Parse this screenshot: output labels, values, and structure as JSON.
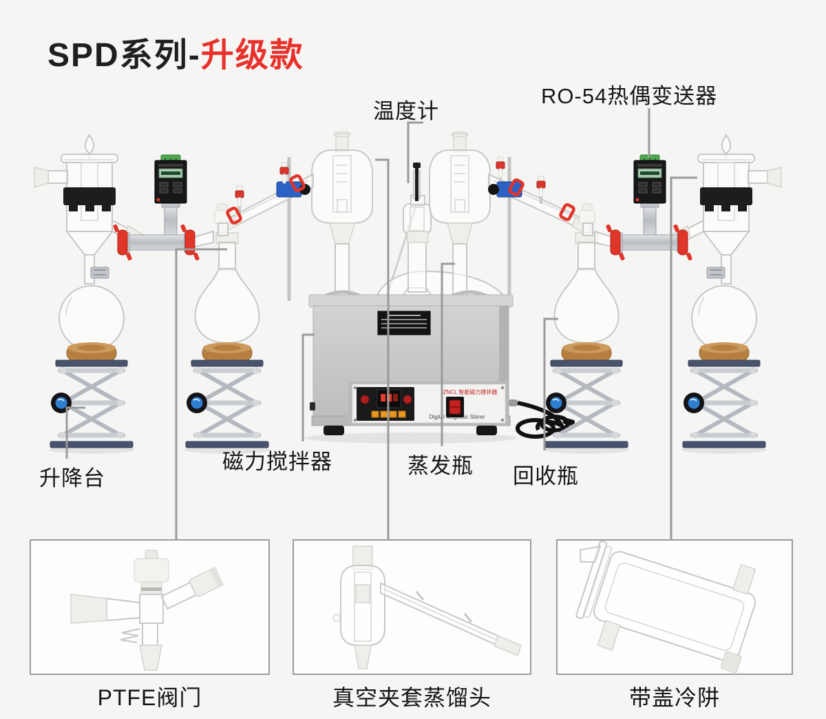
{
  "page": {
    "background": "#f5f5f4"
  },
  "title": {
    "text_black": "SPD系列-",
    "text_red": "升级款",
    "red_color": "#e8312a"
  },
  "callouts": {
    "thermometer": "温度计",
    "transmitter": "RO-54热偶变送器",
    "lift_platform": "升降台",
    "magnetic_stirrer": "磁力搅拌器",
    "evaporation_flask": "蒸发瓶",
    "recovery_flask": "回收瓶"
  },
  "part_cards": [
    {
      "label": "PTFE阀门"
    },
    {
      "label": "真空夹套蒸馏头"
    },
    {
      "label": "带盖冷阱"
    }
  ],
  "stirrer_panel": {
    "brand_cn": "ZNCL 智能磁力搅拌器",
    "brand_en": "Digital Magnetic Stirrer"
  },
  "colors": {
    "label_text": "#151515",
    "leader_line": "#9a9a9a",
    "clamp_red": "#e03529",
    "cork": "#c08a50",
    "knob_blue": "#2f7fd1",
    "terminal_green": "#4ea84e",
    "card_border": "#9b9b9b",
    "heater_grey": "#c8c8c6"
  }
}
